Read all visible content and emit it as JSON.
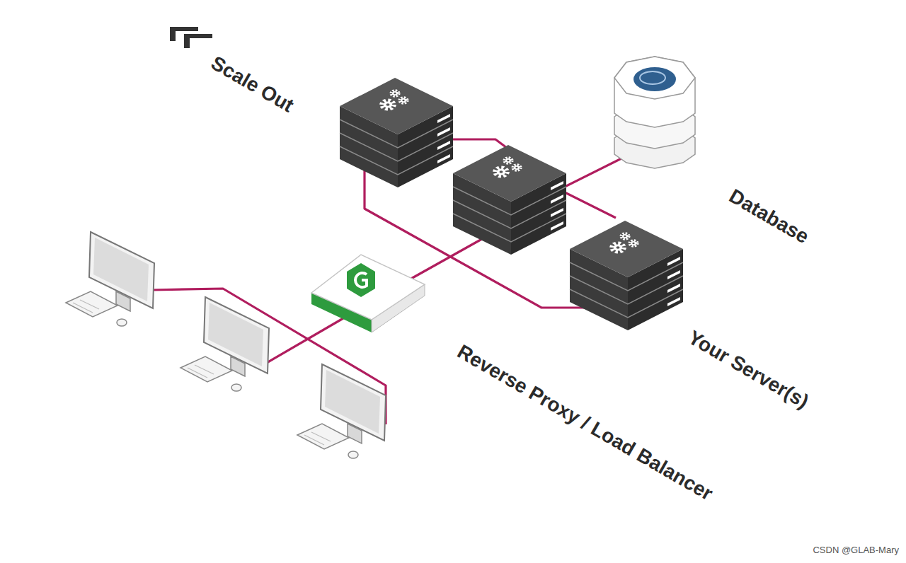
{
  "diagram": {
    "labels": [
      "Scale Out",
      "Database",
      "Your Server(s)",
      "Reverse Proxy / Load Balancer",
      "CSDN @GLAB-Mary"
    ]
  }
}
